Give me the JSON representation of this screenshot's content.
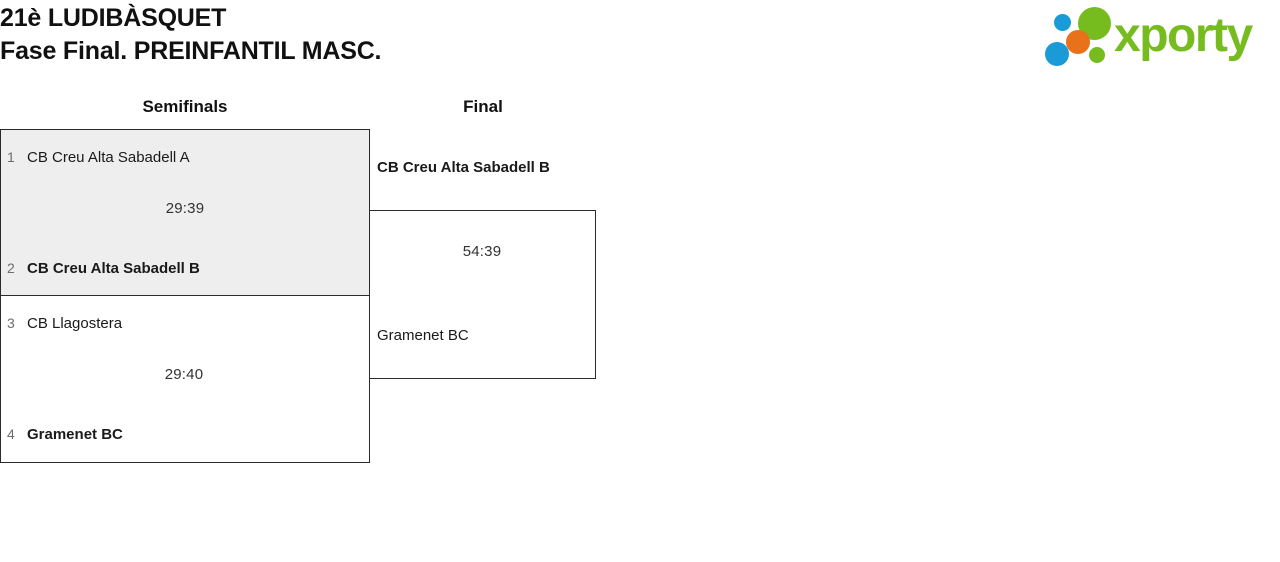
{
  "header": {
    "title_line1": "21è LUDIBÀSQUET",
    "title_line2": "Fase Final. PREINFANTIL MASC.",
    "logo_text": "xporty",
    "logo_colors": {
      "green": "#77bc1f",
      "blue": "#1a9bd7",
      "orange": "#e8711a"
    }
  },
  "bracket": {
    "rounds": [
      {
        "label": "Semifinals"
      },
      {
        "label": "Final"
      }
    ],
    "matches": {
      "semifinal_1": {
        "score": "29:39",
        "highlighted": true,
        "teams": [
          {
            "seed": "1",
            "name": "CB Creu Alta Sabadell A",
            "winner": false
          },
          {
            "seed": "2",
            "name": "CB Creu Alta Sabadell B",
            "winner": true
          }
        ]
      },
      "semifinal_2": {
        "score": "29:40",
        "highlighted": false,
        "teams": [
          {
            "seed": "3",
            "name": "CB Llagostera",
            "winner": false
          },
          {
            "seed": "4",
            "name": "Gramenet BC",
            "winner": true
          }
        ]
      },
      "final": {
        "score": "54:39",
        "teams": [
          {
            "name": "CB Creu Alta Sabadell B",
            "winner": true
          },
          {
            "name": "Gramenet BC",
            "winner": false
          }
        ]
      }
    }
  }
}
